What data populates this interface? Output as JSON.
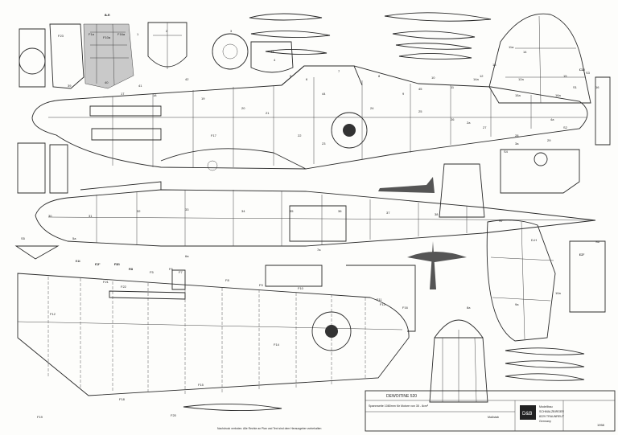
{
  "title_block": {
    "model_name": "DEWOITINE 520",
    "spec_line": "Spannweite 1080mm   für Motore von 35 - 8cm³",
    "scale_label": "Maßstab",
    "maker_lines": [
      "Modellbau",
      "SCHMALZBIRGER",
      "8229 TRAUNREUT",
      "Germany"
    ],
    "logo_text": "D&B",
    "year": "1958"
  },
  "copyright_line": "Nachdruck verboten. Alle Rechte an Plan und Text sind dem Herausgeber vorbehalten",
  "part_labels": [
    "A-B",
    "C-D",
    "E-F",
    "F1",
    "F2",
    "F3",
    "F4",
    "F5",
    "F6",
    "F7",
    "F8",
    "F9",
    "F10",
    "F11",
    "F12",
    "F13",
    "F14",
    "F15",
    "F16",
    "F17",
    "F18",
    "F19",
    "F20",
    "F21",
    "F22",
    "F23",
    "F1a",
    "F10a",
    "F16a",
    "1",
    "2",
    "3",
    "4",
    "5",
    "6",
    "7",
    "8",
    "9",
    "10",
    "11",
    "12",
    "13",
    "14",
    "15",
    "16",
    "17",
    "18",
    "19",
    "20",
    "21",
    "22",
    "23",
    "24",
    "25",
    "26",
    "27",
    "28",
    "29",
    "30",
    "31",
    "32",
    "33",
    "34",
    "35",
    "36",
    "37",
    "38",
    "39",
    "40",
    "41",
    "42",
    "43",
    "44",
    "45",
    "2a",
    "3a",
    "4a",
    "5a",
    "6a",
    "7a",
    "8a",
    "9a",
    "10a",
    "11a",
    "12a",
    "14a",
    "15a",
    "16a",
    "S1",
    "S2",
    "S3",
    "S4",
    "S5",
    "S6",
    "S7",
    "D-H",
    "B-F",
    "L1",
    "L2",
    "L-4",
    "C-F",
    "R-B",
    "R3"
  ],
  "colors": {
    "paper": "#fdfdfb",
    "ink": "#2a2a2a",
    "roundel": "#333333"
  }
}
